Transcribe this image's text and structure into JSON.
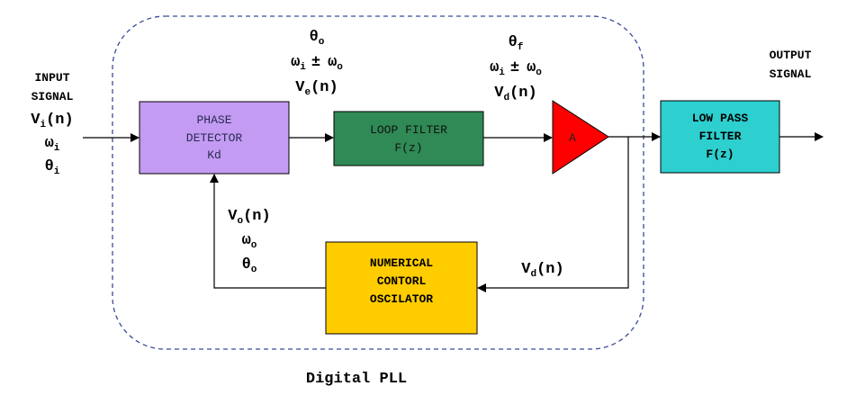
{
  "caption": "Digital PLL",
  "colors": {
    "phase_detector": "#c39bf2",
    "loop_filter": "#2f8a55",
    "amplifier": "#ff0000",
    "low_pass_filter": "#2ecfcf",
    "nco": "#ffcc00",
    "boundary": "#3a4a9a"
  },
  "input": {
    "line1": "INPUT",
    "line2": "SIGNAL",
    "v": "V",
    "v_sub": "i",
    "v_arg": "(n)",
    "omega": "ω",
    "omega_sub": "i",
    "theta": "θ",
    "theta_sub": "i"
  },
  "output": {
    "line1": "OUTPUT",
    "line2": "SIGNAL"
  },
  "phase_detector": {
    "line1": "PHASE",
    "line2": "DETECTOR",
    "line3": "Kd"
  },
  "loop_filter": {
    "line1": "LOOP FILTER",
    "line2": "F(z)"
  },
  "amplifier": {
    "label": "A"
  },
  "low_pass_filter": {
    "line1": "LOW PASS",
    "line2": "FILTER",
    "line3": "F(z)"
  },
  "nco": {
    "line1": "NUMERICAL",
    "line2": "CONTORL",
    "line3": "OSCILATOR"
  },
  "pd_out_labels": {
    "theta": "θ",
    "theta_sub": "o",
    "omega_a": "ω",
    "omega_a_sub": "i",
    "pm": "±",
    "omega_b": "ω",
    "omega_b_sub": "o",
    "v": "V",
    "v_sub": "e",
    "v_arg": "(n)"
  },
  "lf_out_labels": {
    "theta": "θ",
    "theta_sub": "f",
    "omega_a": "ω",
    "omega_a_sub": "i",
    "pm": "±",
    "omega_b": "ω",
    "omega_b_sub": "o",
    "v": "V",
    "v_sub": "d",
    "v_arg": "(n)"
  },
  "feedback_labels": {
    "v": "V",
    "v_sub": "o",
    "v_arg": "(n)",
    "omega": "ω",
    "omega_sub": "o",
    "theta": "θ",
    "theta_sub": "o"
  },
  "nco_in_label": {
    "v": "V",
    "v_sub": "d",
    "v_arg": "(n)"
  }
}
